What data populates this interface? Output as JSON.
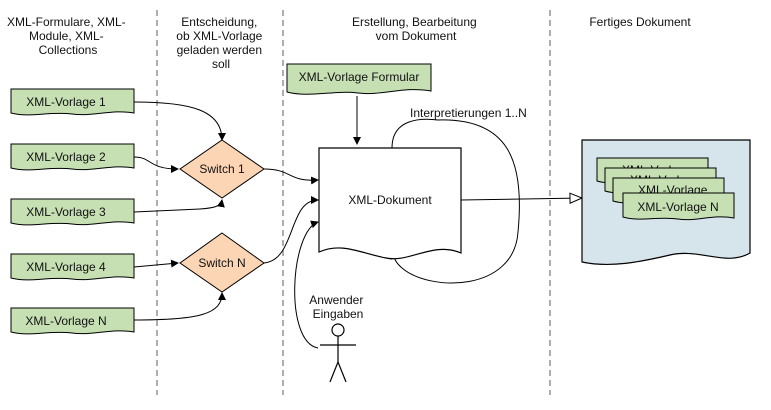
{
  "columns": [
    {
      "lines": [
        "XML-Formulare, XML-",
        "Module, XML-",
        "Collections"
      ]
    },
    {
      "lines": [
        "Entscheidung,",
        "ob XML-Vorlage",
        "geladen werden",
        "soll"
      ]
    },
    {
      "lines": [
        "Erstellung, Bearbeitung",
        "vom Dokument"
      ]
    },
    {
      "lines": [
        "Fertiges Dokument"
      ]
    }
  ],
  "templates": [
    {
      "label": "XML-Vorlage 1"
    },
    {
      "label": "XML-Vorlage 2"
    },
    {
      "label": "XML-Vorlage 3"
    },
    {
      "label": "XML-Vorlage 4"
    },
    {
      "label": "XML-Vorlage N"
    }
  ],
  "switches": [
    {
      "label": "Switch 1"
    },
    {
      "label": "Switch N"
    }
  ],
  "form_template": {
    "label": "XML-Vorlage Formular"
  },
  "document": {
    "label": "XML-Dokument"
  },
  "interpretations": {
    "label": "Interpretierungen 1..N"
  },
  "user_input": {
    "lines": [
      "Anwender",
      "Eingaben"
    ]
  },
  "final_document": {
    "stack_labels": [
      "XML-Vorlage",
      "XML-Vorlage",
      "XML-Vorlage",
      "XML-Vorlage N"
    ]
  },
  "colors": {
    "template_fill": "#c6e0b4",
    "switch_fill": "#fcd5b4",
    "final_doc_fill": "#d6e4ec",
    "stroke": "#000000",
    "separator": "#777777"
  }
}
